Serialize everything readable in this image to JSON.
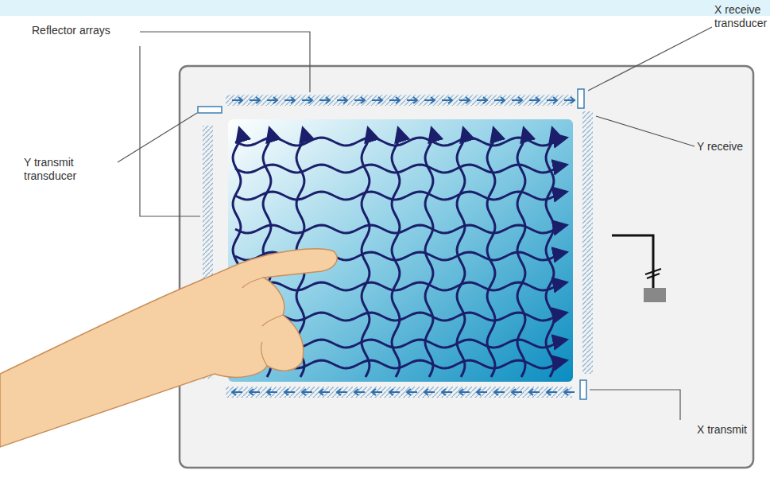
{
  "diagram": {
    "labels": [
      "Reflector arrays",
      "X receive transducer",
      "Y transmit transducer",
      "Y receive",
      "X transmit"
    ]
  }
}
